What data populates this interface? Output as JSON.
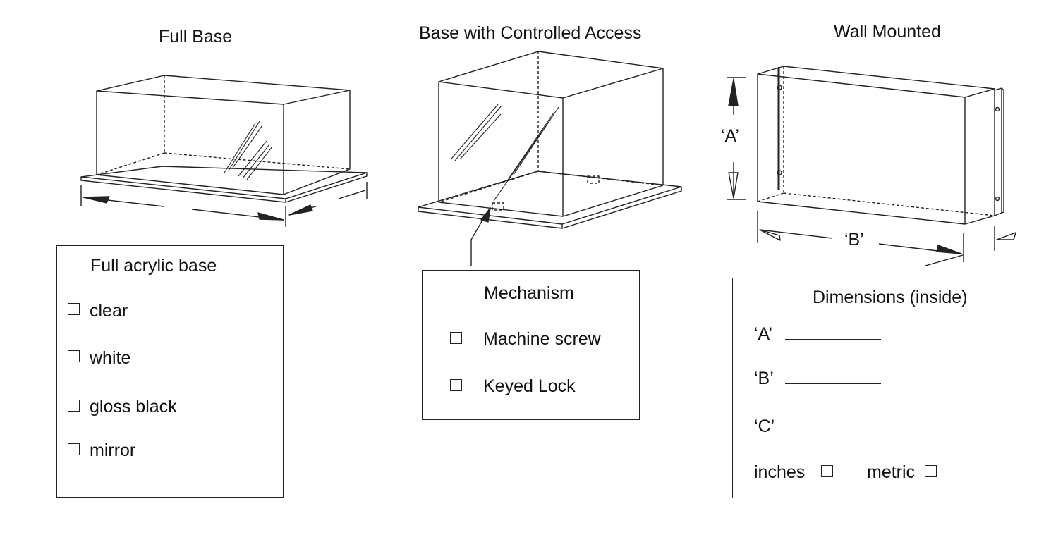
{
  "titles": {
    "full_base": "Full Base",
    "controlled_access": "Base with Controlled Access",
    "wall_mounted": "Wall Mounted"
  },
  "dimension_labels": {
    "a": "‘A’",
    "b": "‘B’"
  },
  "base_panel": {
    "heading": "Full acrylic base",
    "options": [
      "clear",
      "white",
      "gloss black",
      "mirror"
    ]
  },
  "mechanism_panel": {
    "heading": "Mechanism",
    "options": [
      "Machine screw",
      "Keyed Lock"
    ]
  },
  "dimensions_panel": {
    "heading": "Dimensions (inside)",
    "fields": [
      "‘A’",
      "‘B’",
      "‘C’"
    ],
    "units": [
      "inches",
      "metric"
    ]
  }
}
